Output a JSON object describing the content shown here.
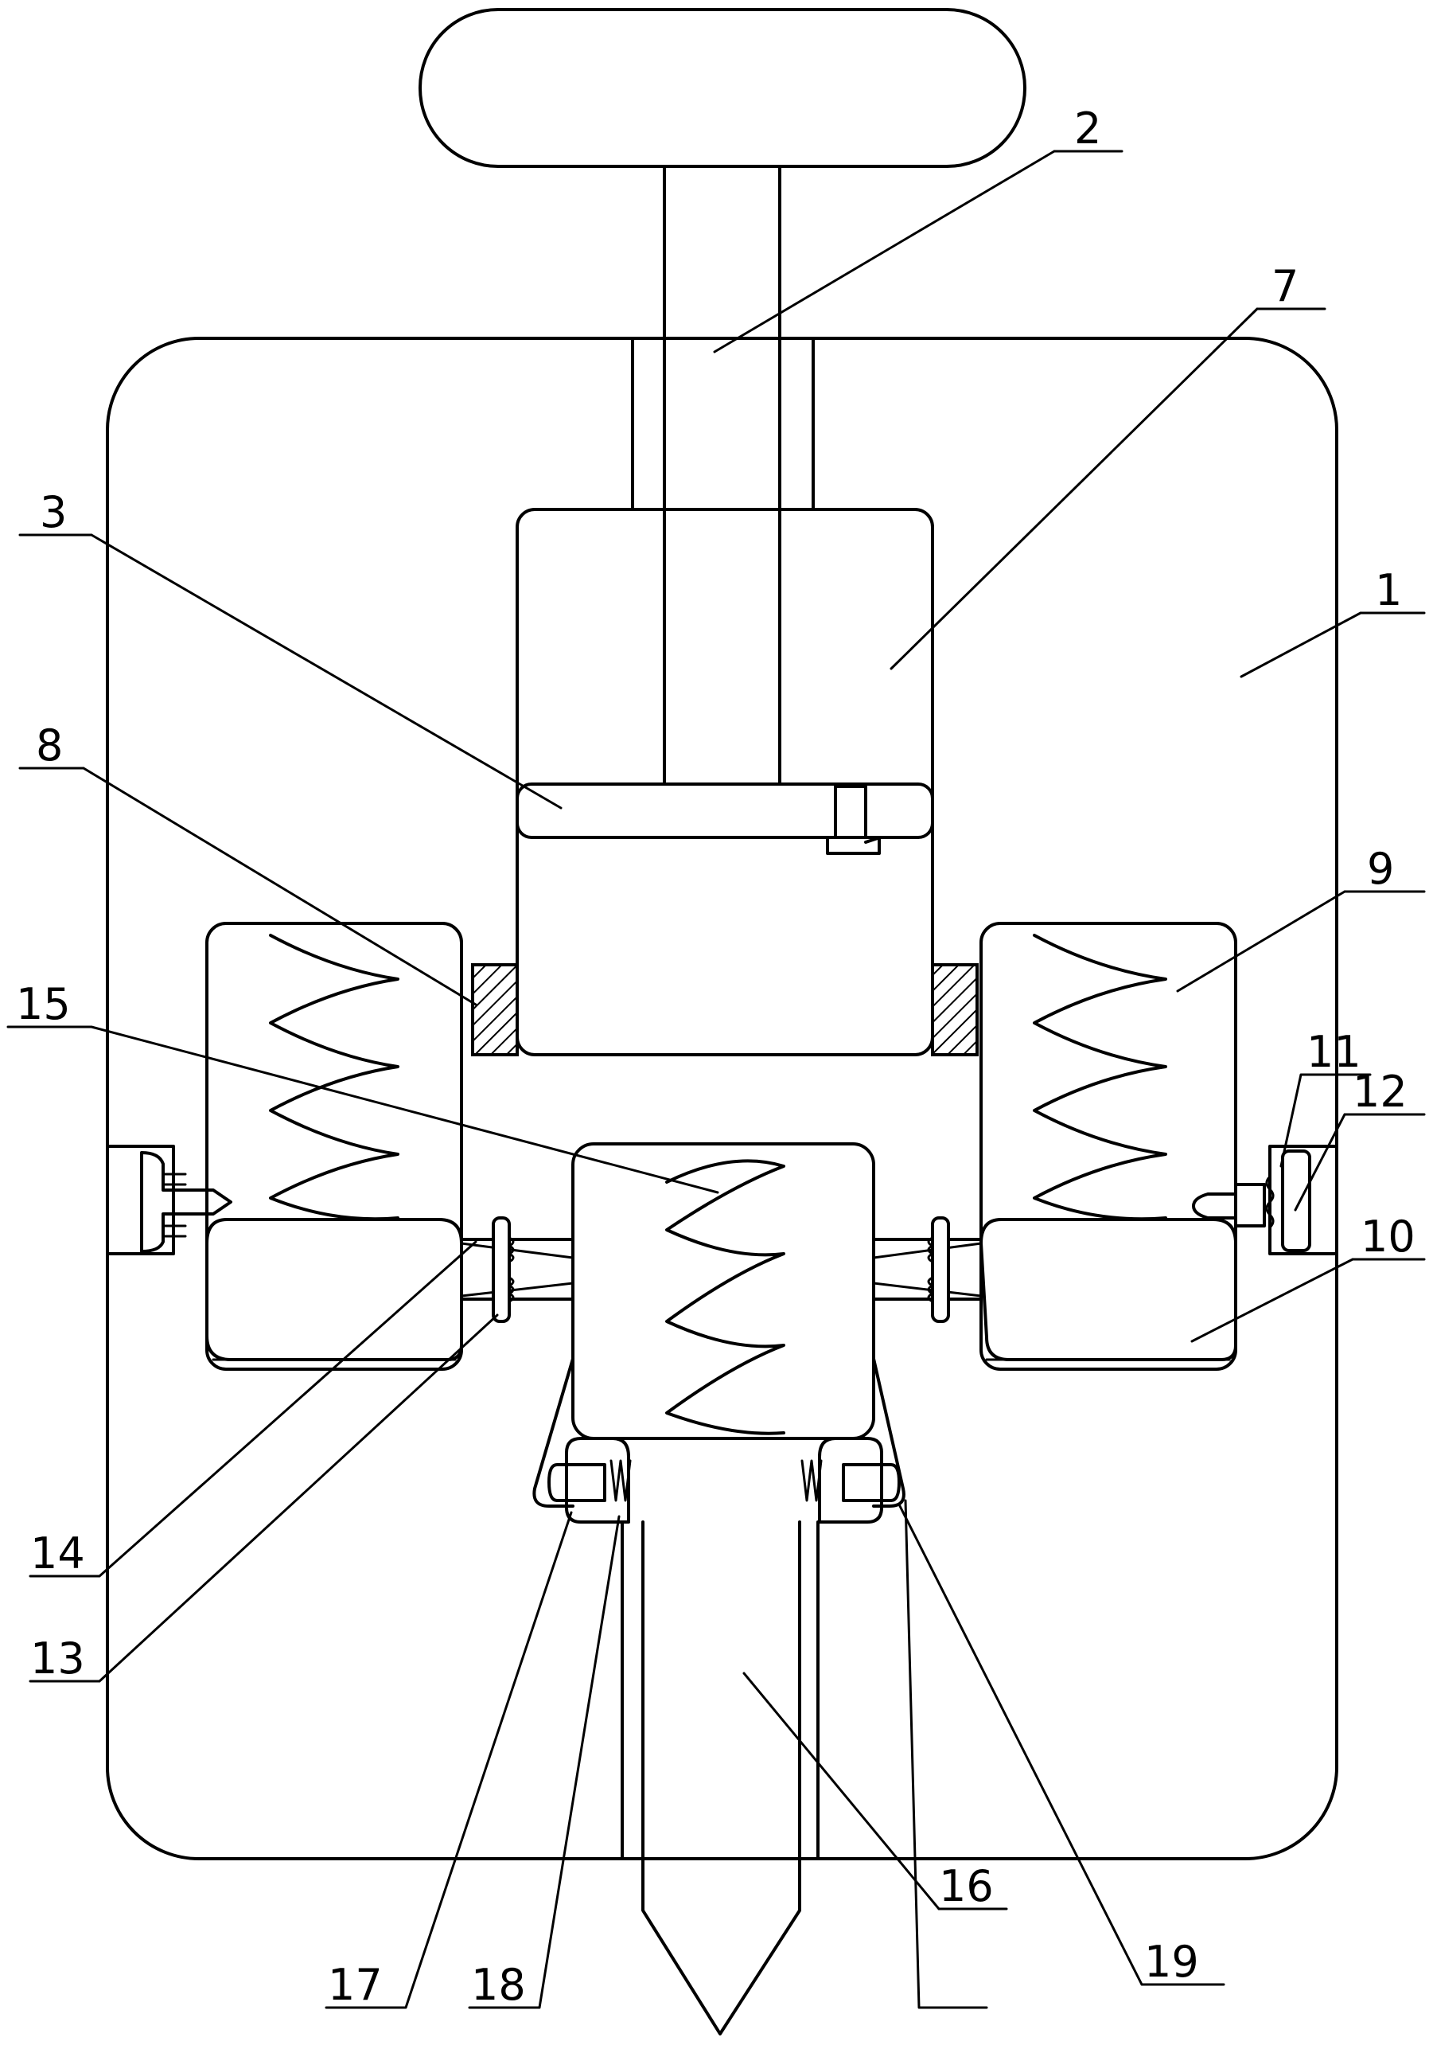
{
  "labels": {
    "l1": "1",
    "l2": "2",
    "l3": "3",
    "l7": "7",
    "l8": "8",
    "l9": "9",
    "l10": "10",
    "l11": "11",
    "l12": "12",
    "l13": "13",
    "l14": "14",
    "l15": "15",
    "l16": "16",
    "l17": "17",
    "l18": "18",
    "l19": "19"
  }
}
